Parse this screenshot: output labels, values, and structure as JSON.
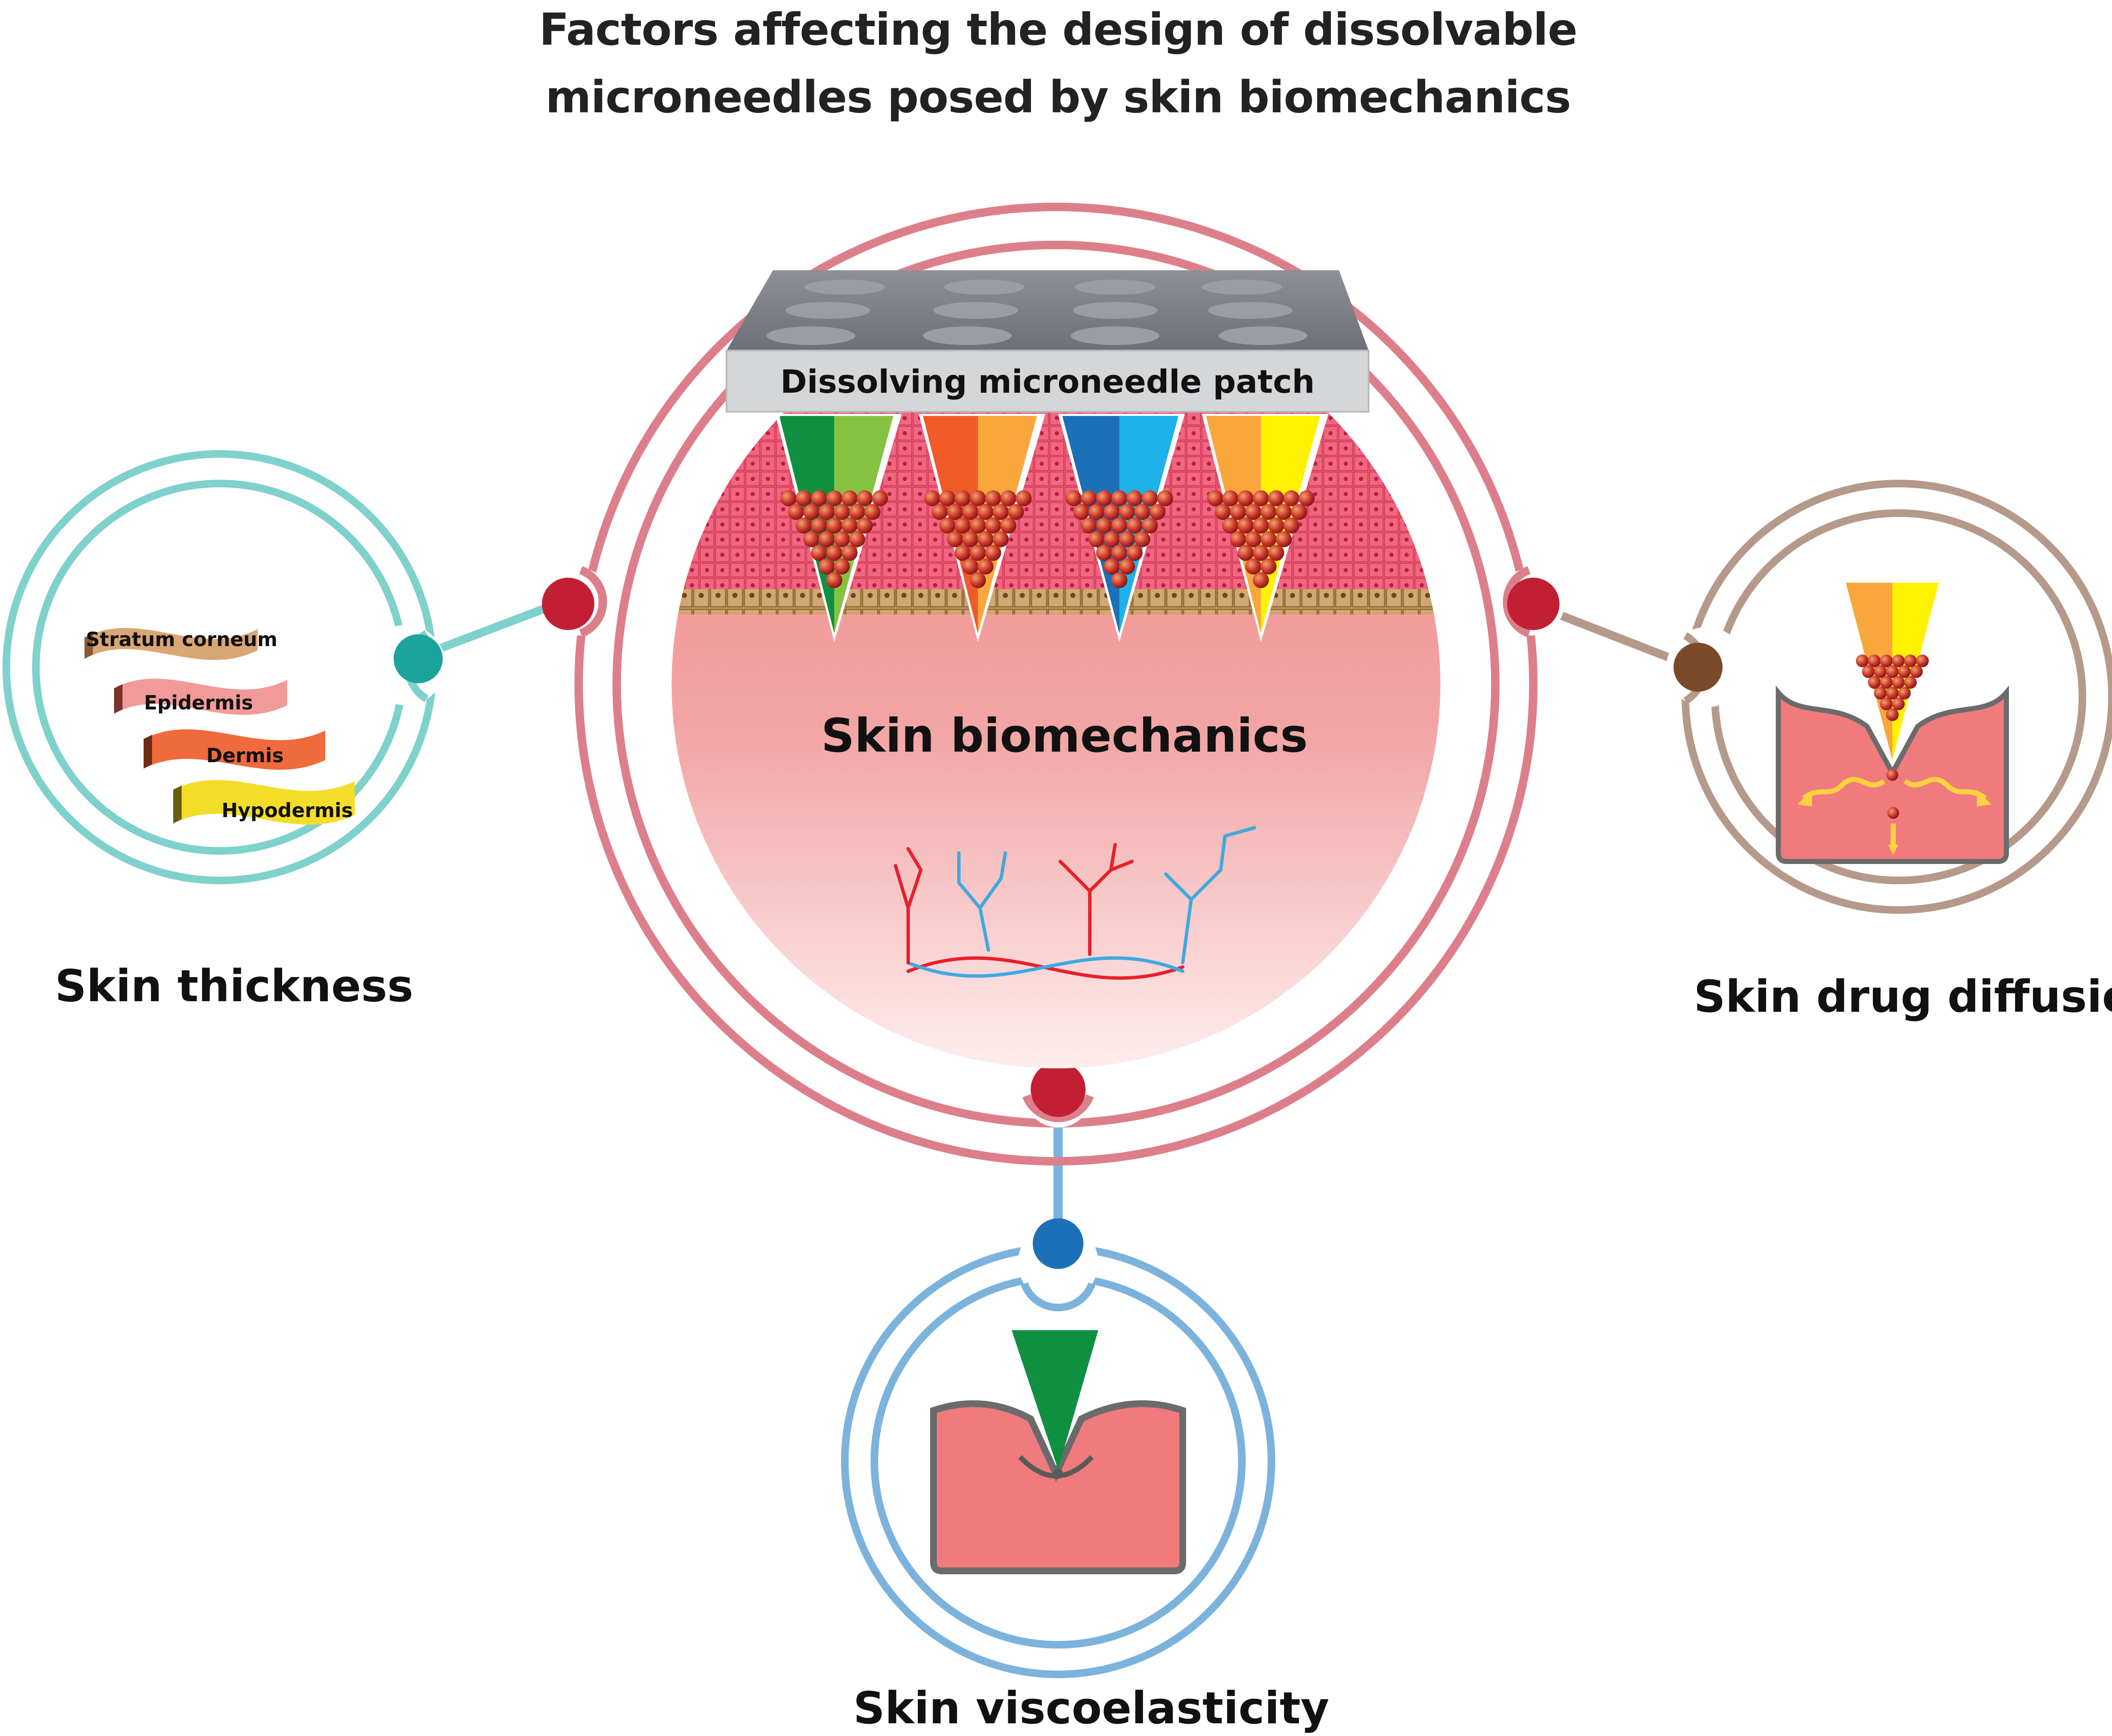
{
  "title": {
    "line1": "Factors affecting the design of dissolvable",
    "line2": "microneedles posed by skin biomechanics"
  },
  "center": {
    "patch_label": "Dissolving microneedle patch",
    "core_label": "Skin biomechanics"
  },
  "nodes": {
    "thickness": {
      "label": "Skin thickness",
      "layers": [
        "Stratum corneum",
        "Epidermis",
        "Dermis",
        "Hypodermis"
      ]
    },
    "diffusion": {
      "label": "Skin drug diffusion"
    },
    "viscoelasticity": {
      "label": "Skin viscoelasticity"
    }
  },
  "colors": {
    "main_ring": "#dd7f8a",
    "connector_red": "#c21f35",
    "teal": "#7fd1cc",
    "teal_dot": "#1ba39c",
    "brown": "#b5998a",
    "brown_dot": "#7b4a29",
    "blue": "#7cb3dd",
    "blue_dot": "#1c70b8",
    "skin": "#f07a7c"
  }
}
